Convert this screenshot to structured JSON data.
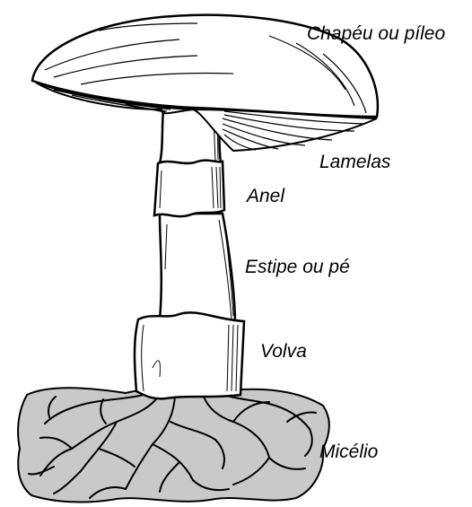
{
  "labels": {
    "cap": "Chapéu ou píleo",
    "gills": "Lamelas",
    "ring": "Anel",
    "stipe": "Estipe ou pé",
    "volva": "Volva",
    "mycelium": "Micélio"
  },
  "colors": {
    "ink": "#000000",
    "soil": "#c9c9c9",
    "paper": "#ffffff"
  }
}
